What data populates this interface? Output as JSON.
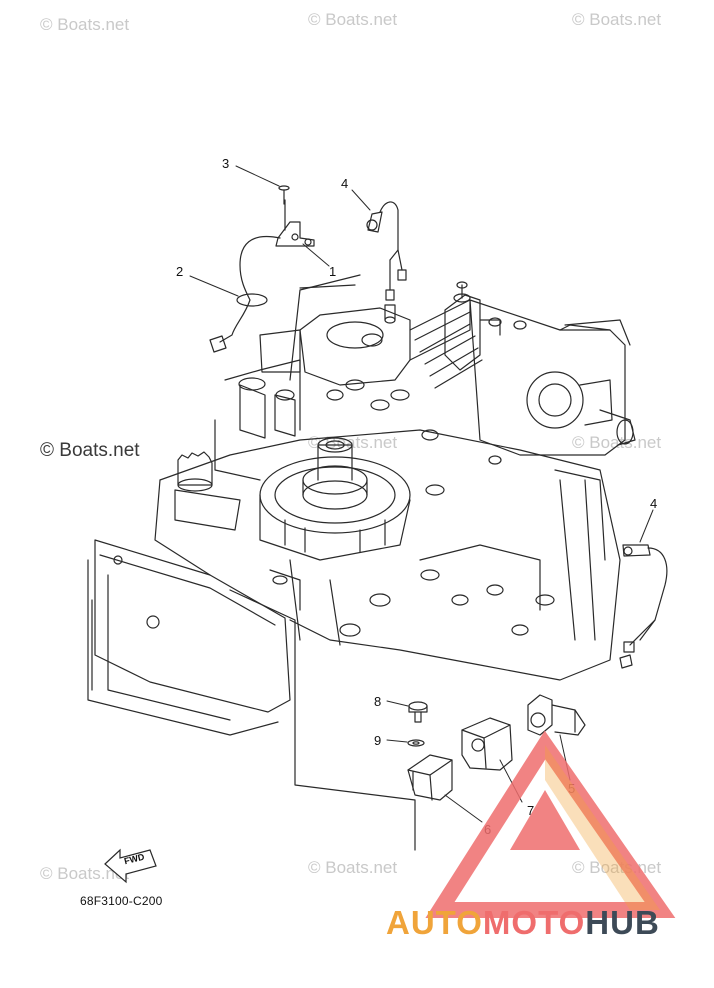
{
  "watermarks": {
    "site": "© Boats.net"
  },
  "callouts": {
    "c1": "1",
    "c2": "2",
    "c3": "3",
    "c4a": "4",
    "c4b": "4",
    "c5": "5",
    "c6": "6",
    "c7": "7",
    "c8": "8",
    "c9": "9"
  },
  "diagram_code": "68F3100-C200",
  "fwd_label": "FWD",
  "brand": {
    "part1": "AUTO",
    "part2": "MOTO",
    "part3": "HUB"
  },
  "colors": {
    "line": "#2a2a2a",
    "logo_red": "#ef6d6d",
    "logo_orange": "#f0a43a",
    "logo_dark": "#3d4a57"
  }
}
